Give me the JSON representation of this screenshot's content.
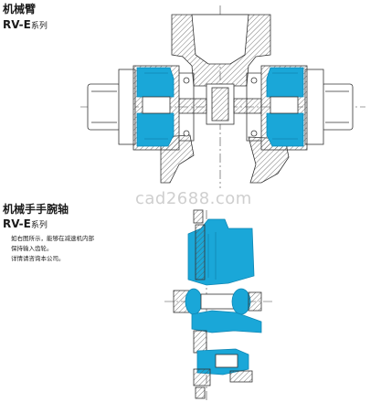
{
  "section1": {
    "title": "机械臂",
    "series_prefix": "RV-E",
    "series_suffix": "系列"
  },
  "section2": {
    "title": "机械手手腕轴",
    "series_prefix": "RV-E",
    "series_suffix": "系列",
    "note_lines": [
      "如右图所示，能够在减速机内部",
      "保持输入齿轮。",
      "详情请咨询本公司。"
    ]
  },
  "watermark": "cad2688.com",
  "colors": {
    "accent": "#1aa7d8",
    "accent_dark": "#0f86b3",
    "line": "#333333",
    "hatch": "#555555"
  }
}
